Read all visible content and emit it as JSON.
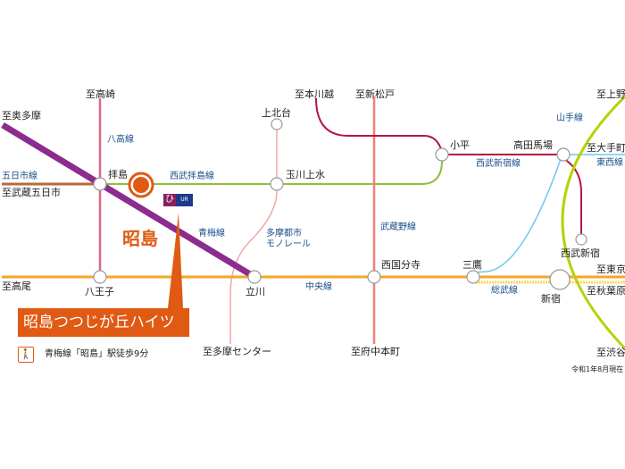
{
  "colors": {
    "ome": "#8b2c8e",
    "hachiko": "#d9678e",
    "itsukaichi": "#b56a3a",
    "seibu_haijima": "#8fbf3a",
    "monorail": "#f0a8a8",
    "chuo": "#f5a623",
    "sobu": "#f9d85a",
    "musashino": "#f27d7d",
    "seibu_shinjuku": "#b5163f",
    "tozai": "#6ec6ef",
    "yamanote": "#b7d20a",
    "accent": "#e05a14"
  },
  "stations": {
    "haijima": "拝島",
    "hachioji": "八王子",
    "tachikawa": "立川",
    "kamikitadai": "上北台",
    "tamagawajosui": "玉川上水",
    "kodaira": "小平",
    "takadanobaba": "高田馬場",
    "seibushinjuku": "西武新宿",
    "nishikokubunji": "西国分寺",
    "mitaka": "三鷹",
    "shinjuku": "新宿"
  },
  "destinations": {
    "okutama": "至奥多摩",
    "takasaki": "至高崎",
    "musashiitsukaichi": "至武蔵五日市",
    "takao": "至高尾",
    "tamacenter": "至多摩センター",
    "honkawagoe": "至本川越",
    "shinmatsudo": "至新松戸",
    "fuchuhonmachi": "至府中本町",
    "ueno": "至上野",
    "otemachi": "至大手町",
    "tokyo": "至東京",
    "akihabara": "至秋葉原",
    "shibuya": "至渋谷"
  },
  "lines": {
    "hachiko": "八高線",
    "itsukaichi": "五日市線",
    "seibu_haijima": "西武拝島線",
    "ome": "青梅線",
    "monorail1": "多摩都市",
    "monorail2": "モノレール",
    "chuo": "中央線",
    "musashino": "武蔵野線",
    "seibu_shinjuku": "西武新宿線",
    "yamanote": "山手線",
    "tozai": "東西線",
    "sobu": "総武線"
  },
  "property": {
    "station": "昭島",
    "name": "昭島つつじが丘ハイツ",
    "access": "青梅線「昭島」駅徒歩9分",
    "logo": "UR",
    "walk_icon": "walking-person-icon"
  },
  "note": "令和1年8月現在"
}
